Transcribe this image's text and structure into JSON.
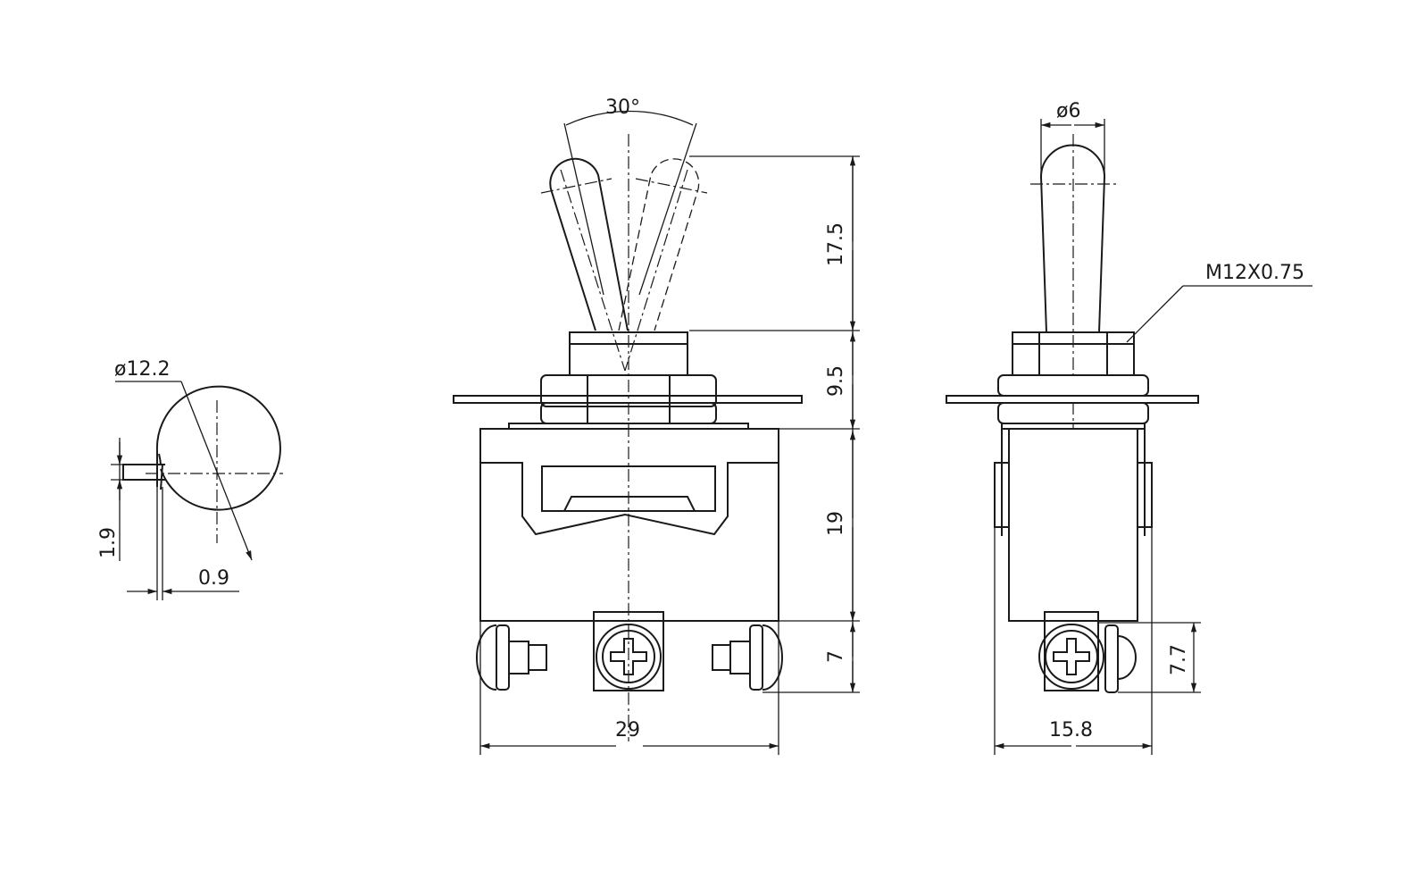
{
  "drawing": {
    "panel_hole": {
      "diameter": "ø12.2",
      "key_height": "1.9",
      "key_depth": "0.9"
    },
    "front_view": {
      "angle": "30°",
      "lever_height": "17.5",
      "bushing_height": "9.5",
      "body_height": "19",
      "terminal_height": "7",
      "width": "29"
    },
    "side_view": {
      "lever_diameter": "ø6",
      "thread": "M12X0.75",
      "terminal_height": "7.7",
      "width": "15.8"
    }
  }
}
